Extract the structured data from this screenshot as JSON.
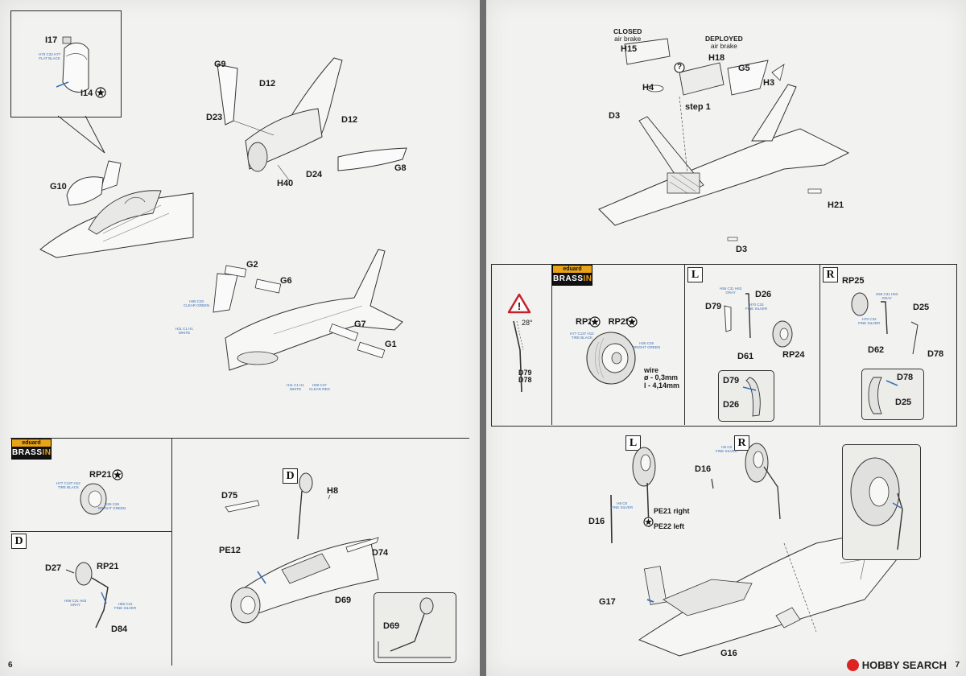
{
  "pages": {
    "left": {
      "number": "6"
    },
    "right": {
      "number": "7"
    }
  },
  "brassin_logo": {
    "top": "eduard",
    "bottom_a": "BRASS",
    "bottom_b": "IN"
  },
  "left": {
    "p1": {
      "parts": {
        "i17": "I17",
        "i14": "I14",
        "g10": "G10"
      },
      "paint_i17": {
        "codes": "H70 C33  H77",
        "name": "FLAT BLACK"
      }
    },
    "p2": {
      "parts": {
        "g9": "G9",
        "d12a": "D12",
        "d23": "D23",
        "d12b": "D12",
        "d24": "D24",
        "h40": "H40",
        "g8": "G8"
      }
    },
    "p3": {
      "parts": {
        "g2": "G2",
        "g6": "G6",
        "g7": "G7",
        "g1": "G1"
      },
      "paint_a": {
        "codes": "H90 C20",
        "name": "CLEAR GREEN"
      },
      "paint_b": {
        "codes": "H11 C1  H1",
        "name": "WHITE"
      },
      "paint_c": {
        "codes": "H11 C1 H1",
        "name": "WHITE"
      },
      "paint_d": {
        "codes": "H90 C47",
        "name": "CLEAR RED"
      }
    },
    "p4": {
      "parts": {
        "rp21": "RP21"
      },
      "paint_a": {
        "codes": "H77 C137 H12",
        "name": "TIRE BLACK"
      },
      "paint_b": {
        "codes": "H26 C26",
        "name": "BRIGHT GREEN"
      }
    },
    "p5": {
      "side": "D",
      "parts": {
        "d27": "D27",
        "rp21": "RP21",
        "d84": "D84"
      },
      "paint_a": {
        "codes": "H56 C31 H63",
        "name": "GRAY"
      },
      "paint_b": {
        "codes": "H56 C31",
        "name": "FINE SILVER"
      }
    },
    "p6": {
      "side": "D",
      "parts": {
        "d75": "D75",
        "h8": "H8",
        "pe12": "PE12",
        "d74": "D74",
        "d69": "D69",
        "d69b": "D69"
      }
    }
  },
  "right": {
    "p1": {
      "parts": {
        "closed": "CLOSED",
        "closed_sub": "air brake",
        "h15": "H15",
        "deployed": "DEPLOYED",
        "deployed_sub": "air brake",
        "h18": "H18",
        "g5": "G5",
        "h4": "H4",
        "h3": "H3",
        "step": "step 1",
        "d3a": "D3",
        "h21": "H21",
        "d3b": "D3"
      },
      "question": "?"
    },
    "p2": {
      "angle": "28°",
      "parts": {
        "d79": "D79",
        "d78": "D78"
      }
    },
    "p3": {
      "parts": {
        "rp24": "RP24",
        "rp25": "RP25"
      },
      "wire": "wire",
      "wire_d": "ø - 0,3mm",
      "wire_l": "l - 4,14mm",
      "paint_a": {
        "codes": "H77 C137 H12",
        "name": "TIRE BLACK"
      },
      "paint_b": {
        "codes": "H26 C26",
        "name": "BRIGHT GREEN"
      }
    },
    "p4": {
      "side": "L",
      "parts": {
        "d26": "D26",
        "d79": "D79",
        "d61": "D61",
        "rp24": "RP24",
        "d79b": "D79",
        "d26b": "D26"
      },
      "paint_a": {
        "codes": "H56 C31 H63",
        "name": "GRAY"
      },
      "paint_b": {
        "codes": "H70 C33",
        "name": "FINE SILVER"
      }
    },
    "p5": {
      "side": "R",
      "parts": {
        "rp25": "RP25",
        "d25": "D25",
        "d62": "D62",
        "d78": "D78",
        "d78b": "D78",
        "d25b": "D25"
      },
      "paint_a": {
        "codes": "H56 C31 H63",
        "name": "GRAY"
      },
      "paint_b": {
        "codes": "H70 C33",
        "name": "FINE SILVER"
      }
    },
    "p6": {
      "side_l": "L",
      "side_r": "R",
      "parts": {
        "d16a": "D16",
        "d16b": "D16",
        "pe21": "PE21 right",
        "pe22": "PE22 left",
        "g17": "G17",
        "g16": "G16"
      },
      "paint_a": {
        "codes": "H8 C8",
        "name": "FINE SILVER"
      },
      "paint_b": {
        "codes": "H8 C8",
        "name": "FINE SILVER"
      }
    }
  },
  "watermark": "HOBBY SEARCH",
  "colors": {
    "paper": "#f2f2f0",
    "ink": "#1a1a1a",
    "paint_blue": "#3a6fb5",
    "brassin_orange": "#e8a317"
  }
}
